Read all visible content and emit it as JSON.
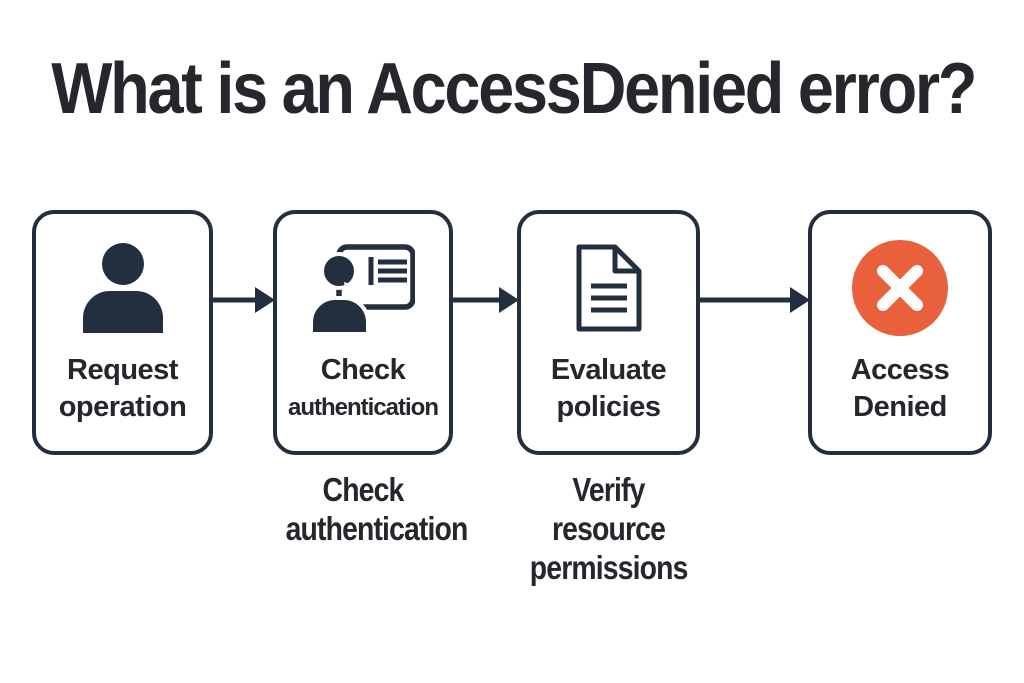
{
  "title": "What is an AccessDenied error?",
  "colors": {
    "ink_text": "#26262c",
    "outline_and_icons": "#232f3e",
    "error_orange": "#e8603c",
    "box_fill": "#ffffff",
    "page_background": "#ffffff"
  },
  "flow": {
    "steps": [
      {
        "icon": "user-icon",
        "line1": "Request",
        "line2": "operation"
      },
      {
        "icon": "id-card-user-icon",
        "line1": "Check",
        "line2": "authentication"
      },
      {
        "icon": "policy-document-icon",
        "line1": "Evaluate",
        "line2": "policies"
      },
      {
        "icon": "access-denied-icon",
        "line1": "Access",
        "line2": "Denied"
      }
    ],
    "annotations": [
      {
        "lines": [
          "Check",
          "authentication"
        ]
      },
      {
        "lines": [
          "Verify",
          "resource",
          "permissions"
        ]
      }
    ]
  }
}
